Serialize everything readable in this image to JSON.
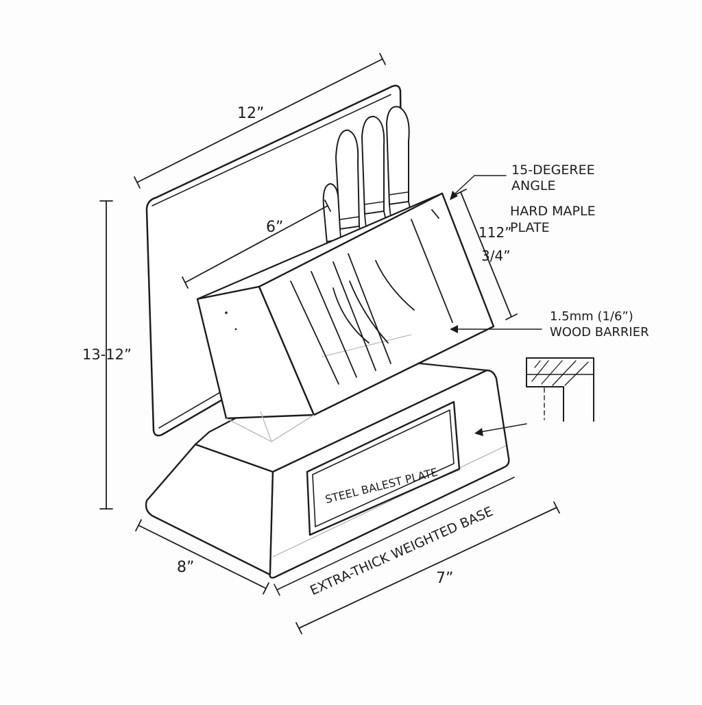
{
  "dimensions": {
    "top_width": "12”",
    "height": "13-12”",
    "block_width": "6”",
    "depth": "8”",
    "base_width": "7”",
    "side_a": "112”",
    "side_b": "3/4”"
  },
  "callouts": {
    "angle_line1": "15-DEGEREE",
    "angle_line2": "ANGLE",
    "maple_line1": "HARD MAPLE",
    "maple_line2": "PLATE",
    "barrier_line1": "1.5mm (1/6”)",
    "barrier_line2": "WOOD BARRIER"
  },
  "labels": {
    "steel_plate": "STEEL BALEST PLATE",
    "weighted_base": "EXTRA-THICK WEIGHTED BASE"
  }
}
